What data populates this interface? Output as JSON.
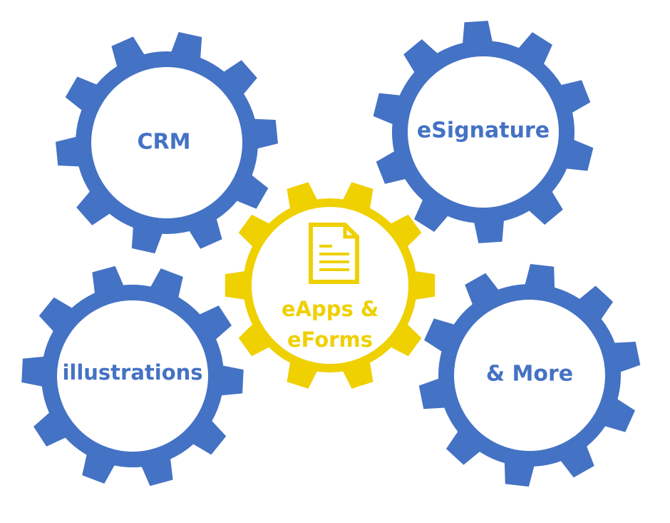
{
  "colors": {
    "blue_gear": "#4472C4",
    "yellow_gear": "#EFD000",
    "gear_center": "#FFFFFF"
  },
  "gears": {
    "crm": {
      "label": "CRM"
    },
    "esignature": {
      "label": "eSignature"
    },
    "illustrations": {
      "label": "illustrations"
    },
    "more": {
      "label": "& More"
    },
    "center": {
      "line1": "eApps &",
      "line2": "eForms",
      "icon": "document-icon"
    }
  }
}
